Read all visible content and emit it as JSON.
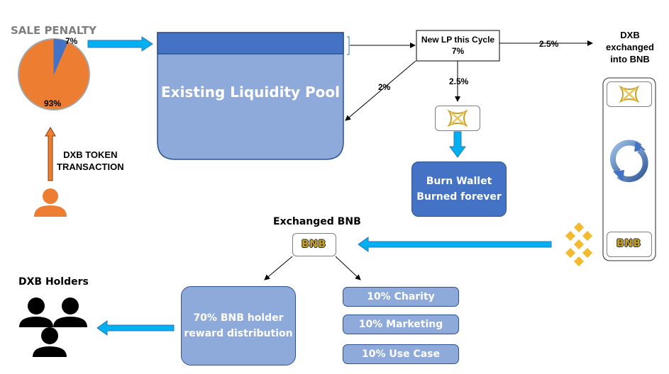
{
  "sale_penalty": {
    "title": "SALE PENALTY",
    "pie_small_label": "7%",
    "pie_large_label": "93%",
    "colors": {
      "large": "#ed7d31",
      "small": "#4472c4"
    }
  },
  "transaction": {
    "line1": "DXB TOKEN",
    "line2": "TRANSACTION"
  },
  "liquidity_pool": {
    "title": "Existing Liquidity Pool"
  },
  "new_lp": {
    "line1": "New LP this Cycle",
    "line2": "7%"
  },
  "flows": {
    "to_exchange_pct": "2.5%",
    "to_burn_pct": "2.5%",
    "to_pool_pct": "2%"
  },
  "burn_wallet": {
    "line1": "Burn Wallet",
    "line2": "Burned forever"
  },
  "exchange": {
    "line1": "DXB",
    "line2": "exchanged",
    "line3": "into BNB",
    "bnb_label": "BNB"
  },
  "exchanged_bnb": {
    "title": "Exchanged BNB",
    "badge": "BNB"
  },
  "holders": {
    "title": "DXB Holders"
  },
  "reward": {
    "line1": "70% BNB holder",
    "line2": "reward distribution"
  },
  "allocations": [
    "10% Charity",
    "10% Marketing",
    "10% Use Case"
  ],
  "colors": {
    "primary_blue": "#4472c4",
    "light_blue": "#8eaadb",
    "arrow_cyan": "#00b0f0",
    "person_orange": "#ed7d31"
  },
  "icons": [
    "person-icon",
    "dxb-token-icon",
    "cycle-arrows-icon",
    "bnb-logo-icon",
    "holders-group-icon"
  ]
}
